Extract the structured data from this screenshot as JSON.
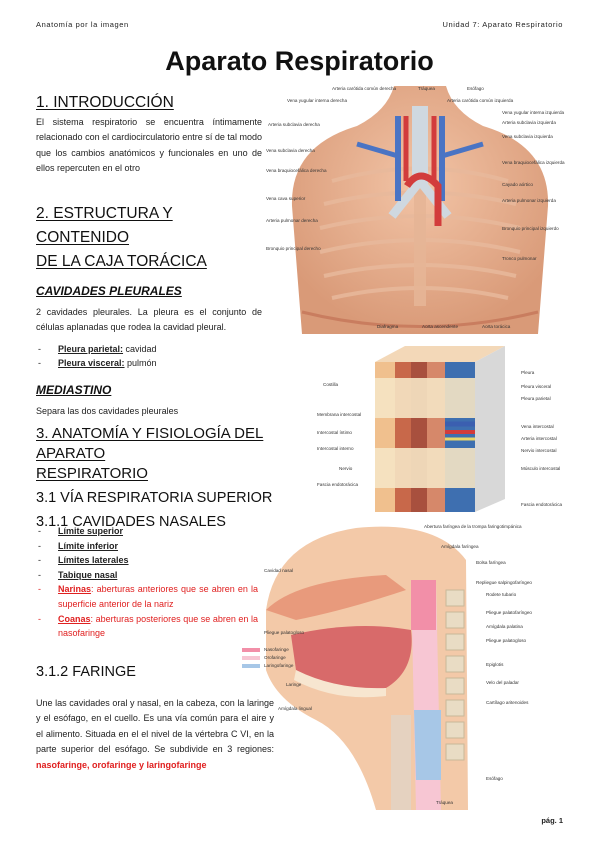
{
  "header": {
    "left": "Anatomía por la imagen",
    "right": "Unidad 7: Aparato Respiratorio"
  },
  "title": "Aparato Respiratorio",
  "sections": {
    "intro": {
      "heading": "1. INTRODUCCIÓN",
      "text": "El sistema respiratorio se encuentra íntimamente relacionado con el cardiocirculatorio entre sí de tal modo que los cambios anatómicos y funcionales en uno de ellos repercuten en el otro"
    },
    "estructura": {
      "heading_line1": "2. ESTRUCTURA Y CONTENIDO",
      "heading_line2": "DE LA CAJA TORÁCICA",
      "cavidades_heading": "CAVIDADES PLEURALES",
      "cavidades_text": "2 cavidades pleurales. La pleura es el conjunto de células aplanadas que rodea la cavidad pleural.",
      "pleura_items": [
        {
          "term": "Pleura parietal:",
          "desc": " cavidad"
        },
        {
          "term": "Pleura visceral:",
          "desc": " pulmón"
        }
      ],
      "mediastino_heading": "MEDIASTINO",
      "mediastino_text": "Separa las dos cavidades pleurales"
    },
    "anatomia": {
      "heading_line1": "3. ANATOMÍA Y FISIOLOGÍA DEL APARATO",
      "heading_line2": "RESPIRATORIO",
      "sub1": "3.1 VÍA RESPIRATORIA SUPERIOR",
      "sub2": "3.1.1 CAVIDADES NASALES",
      "nasal_items": [
        {
          "term": "Límite superior",
          "desc": ""
        },
        {
          "term": "Límite inferior",
          "desc": ""
        },
        {
          "term": "Límites laterales",
          "desc": ""
        },
        {
          "term": "Tabique nasal",
          "desc": ""
        }
      ],
      "nasal_red_items": [
        {
          "term": "Narinas",
          "desc": ": aberturas anteriores que se abren en la superficie anterior de la nariz"
        },
        {
          "term": "Coanas",
          "desc": ": aberturas posteriores que se abren en la nasofaringe"
        }
      ],
      "sub3": "3.1.2 FARINGE",
      "faringe_text": "Une las cavidades oral y nasal, en la cabeza, con la laringe y el esófago, en el cuello. Es una vía común para el aire y el alimento. Situada en el el nivel de la vértebra C VI, en la parte superior del esófago. Se subdivide en 3 regiones: ",
      "faringe_regions": "nasofaringe, orofaringe y laringofaringe"
    }
  },
  "figure1": {
    "labels_top": [
      "Arteria carótida común derecha",
      "Tráquea",
      "Esófago"
    ],
    "labels_left": [
      "Vena yugular interna derecha",
      "Arteria subclavia derecha",
      "Vena subclavia derecha",
      "Vena braquiocefálica derecha",
      "Vena cava superior",
      "Arteria pulmonar derecha",
      "Bronquio principal derecho"
    ],
    "labels_right": [
      "Arteria carótida común izquierda",
      "Vena yugular interna izquierda",
      "Arteria subclavia izquierda",
      "Vena subclavia izquierda",
      "Vena braquiocefálica izquierda",
      "Cayado aórtico",
      "Arteria pulmonar izquierda",
      "Bronquio principal izquierdo",
      "Tronco pulmonar"
    ],
    "labels_bottom": [
      "Diafragma",
      "Aorta ascendente",
      "Aorta torácica"
    ]
  },
  "figure2": {
    "labels_left": [
      "Costilla",
      "Membrana intercostal",
      "Intercostal íntimo",
      "Intercostal interno",
      "Nervio",
      "Fascia endotorácica"
    ],
    "labels_right": [
      "Pleura",
      "Pleura visceral",
      "Pleura parietal",
      "Vena intercostal",
      "Arteria intercostal",
      "Nervio intercostal",
      "Músculo intercostal",
      "Fascia endotorácica"
    ]
  },
  "figure3": {
    "labels_top": [
      "Abertura faríngea de la trompa faringotimpánica",
      "Amígdala faríngea",
      "Bolsa faríngea"
    ],
    "labels_right": [
      "Repliegue salpingofaríngeo",
      "Pliegue palatofaríngeo",
      "Amígdala palatina",
      "Pliegue palatogloso",
      "Epiglotis",
      "Rodete tubario",
      "Velo del paladar",
      "Cartílago aritenoides",
      "Esófago"
    ],
    "labels_left": [
      "Cavidad nasal",
      "Pliegue palatogloso",
      "Laringe",
      "Amígdala lingual",
      "Tráquea"
    ],
    "legend": [
      {
        "label": "Nasofaringe",
        "color": "#f28fa8"
      },
      {
        "label": "Orofaringe",
        "color": "#f7c6d3"
      },
      {
        "label": "Laringofaringe",
        "color": "#a7c7e7"
      }
    ]
  },
  "footer": "pág. 1"
}
